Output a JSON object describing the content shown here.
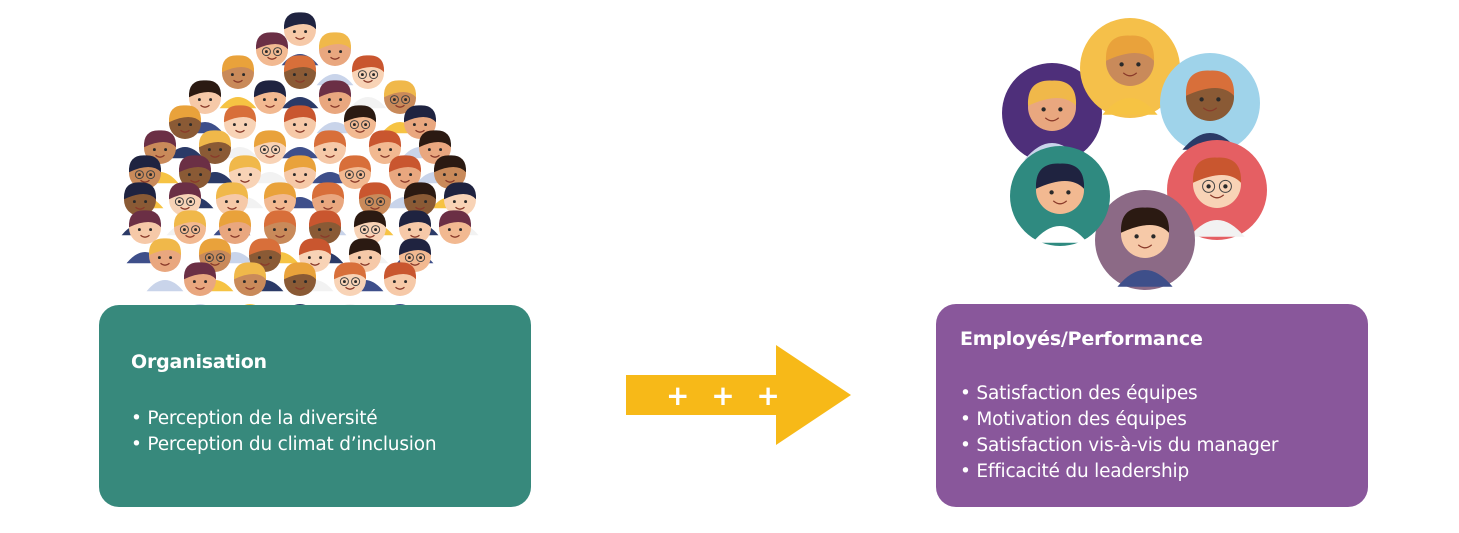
{
  "colors": {
    "organisation_box": "#37897c",
    "performance_box": "#89579b",
    "arrow": "#f7b918"
  },
  "left_box": {
    "title": "Organisation",
    "items": [
      "Perception de la diversité",
      "Perception du climat d’inclusion"
    ]
  },
  "arrow": {
    "label": "+ + +"
  },
  "right_box": {
    "title": "Employés/Performance",
    "items": [
      "Satisfaction des équipes",
      "Motivation des équipes",
      "Satisfaction vis-à-vis du manager",
      "Efficacité du leadership"
    ]
  },
  "illustrations": {
    "crowd": "crowd-of-people-illustration",
    "team": "team-avatars-illustration"
  }
}
